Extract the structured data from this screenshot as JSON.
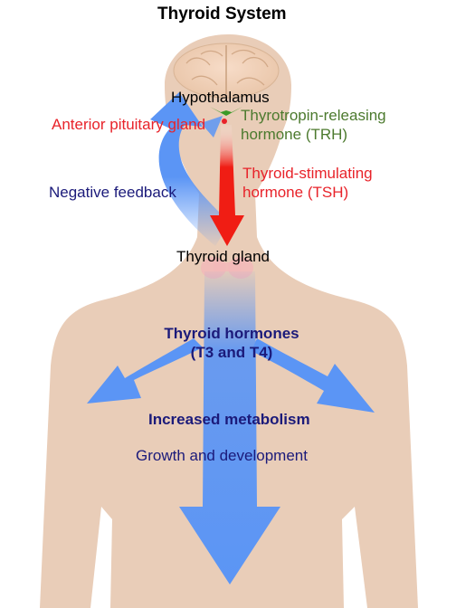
{
  "title": "Thyroid System",
  "labels": {
    "hypothalamus": "Hypothalamus",
    "anterior_pituitary": "Anterior pituitary gland",
    "trh_line1": "Thyrotropin-releasing",
    "trh_line2": "hormone (TRH)",
    "tsh_line1": "Thyroid-stimulating",
    "tsh_line2": "hormone (TSH)",
    "negative_feedback": "Negative feedback",
    "thyroid_gland": "Thyroid gland",
    "thyroid_hormones_line1": "Thyroid hormones",
    "thyroid_hormones_line2": "(T3 and T4)",
    "increased_metabolism": "Increased metabolism",
    "growth": "Growth and development"
  },
  "colors": {
    "skin": "#e9cdb8",
    "arrow_blue": "#5b95f5",
    "tsh_red": "#f01d14",
    "trh_green": "#3a9a28",
    "pituitary_red": "#e8232a",
    "text_navy": "#1b1a7a",
    "text_green": "#4c7a2e"
  }
}
